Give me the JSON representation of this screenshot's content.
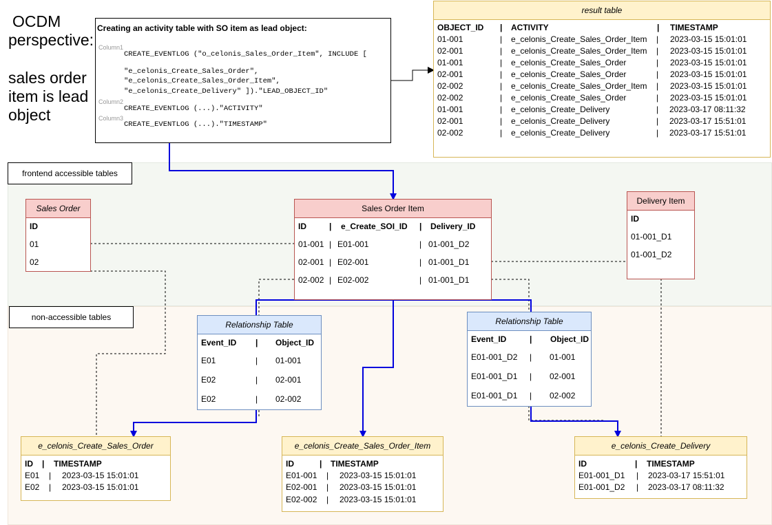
{
  "perspective": {
    "line1": "OCDM",
    "line2": "perspective:",
    "line3": "sales order",
    "line4": "item is lead",
    "line5": "object"
  },
  "code": {
    "title": "Creating an activity table with SO item as lead object:",
    "col1_label": "Column1",
    "col1_line1": "CREATE_EVENTLOG (\"o_celonis_Sales_Order_Item\", INCLUDE [",
    "col1_line2": "\"e_celonis_Create_Sales_Order\",",
    "col1_line3": "\"e_celonis_Create_Sales_Order_Item\",",
    "col1_line4": "\"e_celonis_Create_Delivery\" ]).\"LEAD_OBJECT_ID\"",
    "col2_label": "Column2",
    "col2_line": "CREATE_EVENTLOG (...).\"ACTIVITY\"",
    "col3_label": "Column3",
    "col3_line": "CREATE_EVENTLOG (...).\"TIMESTAMP\""
  },
  "result_table": {
    "title": "result table",
    "headers": [
      "OBJECT_ID",
      "|",
      "ACTIVITY",
      "|",
      "TIMESTAMP"
    ],
    "rows": [
      [
        "01-001",
        "|",
        "e_celonis_Create_Sales_Order_Item",
        "|",
        "2023-03-15 15:01:01"
      ],
      [
        "02-001",
        "|",
        "e_celonis_Create_Sales_Order_Item",
        "|",
        "2023-03-15 15:01:01"
      ],
      [
        "01-001",
        "|",
        "e_celonis_Create_Sales_Order",
        "|",
        "2023-03-15 15:01:01"
      ],
      [
        "02-001",
        "|",
        "e_celonis_Create_Sales_Order",
        "|",
        "2023-03-15 15:01:01"
      ],
      [
        "02-002",
        "|",
        "e_celonis_Create_Sales_Order_Item",
        "|",
        "2023-03-15 15:01:01"
      ],
      [
        "02-002",
        "|",
        "e_celonis_Create_Sales_Order",
        "|",
        "2023-03-15 15:01:01"
      ],
      [
        "01-001",
        "|",
        "e_celonis_Create_Delivery",
        "|",
        "2023-03-17 08:11:32"
      ],
      [
        "02-001",
        "|",
        "e_celonis_Create_Delivery",
        "|",
        "2023-03-17 15:51:01"
      ],
      [
        "02-002",
        "|",
        "e_celonis_Create_Delivery",
        "|",
        "2023-03-17 15:51:01"
      ]
    ]
  },
  "zones": {
    "frontend": "frontend accessible tables",
    "non_accessible": "non-accessible tables"
  },
  "sales_order": {
    "title": "Sales Order",
    "header": "ID",
    "rows": [
      "01",
      "02"
    ]
  },
  "sales_order_item": {
    "title": "Sales Order Item",
    "headers": [
      "ID",
      "|",
      "e_Create_SOI_ID",
      "|",
      "Delivery_ID"
    ],
    "rows": [
      [
        "01-001",
        "|",
        "E01-001",
        "|",
        "01-001_D2"
      ],
      [
        "02-001",
        "|",
        "E02-001",
        "|",
        "01-001_D1"
      ],
      [
        "02-002",
        "|",
        "E02-002",
        "|",
        "01-001_D1"
      ]
    ]
  },
  "delivery_item": {
    "title": "Delivery Item",
    "header": "ID",
    "rows": [
      "01-001_D1",
      "01-001_D2"
    ]
  },
  "rel_table_1": {
    "title": "Relationship Table",
    "headers": [
      "Event_ID",
      "|",
      "Object_ID"
    ],
    "rows": [
      [
        "E01",
        "|",
        "01-001"
      ],
      [
        "E02",
        "|",
        "02-001"
      ],
      [
        "E02",
        "|",
        "02-002"
      ]
    ]
  },
  "rel_table_2": {
    "title": "Relationship Table",
    "headers": [
      "Event_ID",
      "|",
      "Object_ID"
    ],
    "rows": [
      [
        "E01-001_D2",
        "|",
        "01-001"
      ],
      [
        "E01-001_D1",
        "|",
        "02-001"
      ],
      [
        "E01-001_D1",
        "|",
        "02-002"
      ]
    ]
  },
  "evt_sales_order": {
    "title": "e_celonis_Create_Sales_Order",
    "headers": [
      "ID",
      "|",
      "TIMESTAMP"
    ],
    "rows": [
      [
        "E01",
        "|",
        "2023-03-15 15:01:01"
      ],
      [
        "E02",
        "|",
        "2023-03-15 15:01:01"
      ]
    ]
  },
  "evt_sales_order_item": {
    "title": "e_celonis_Create_Sales_Order_Item",
    "headers": [
      "ID",
      "|",
      "TIMESTAMP"
    ],
    "rows": [
      [
        "E01-001",
        "|",
        "2023-03-15 15:01:01"
      ],
      [
        "E02-001",
        "|",
        "2023-03-15 15:01:01"
      ],
      [
        "E02-002",
        "|",
        "2023-03-15 15:01:01"
      ]
    ]
  },
  "evt_delivery": {
    "title": "e_celonis_Create_Delivery",
    "headers": [
      "ID",
      "|",
      "TIMESTAMP"
    ],
    "rows": [
      [
        "E01-001_D1",
        "|",
        "2023-03-17 15:51:01"
      ],
      [
        "E01-001_D2",
        "|",
        "2023-03-17 08:11:32"
      ]
    ]
  },
  "colors": {
    "flow_arrow": "#0000dd",
    "relation_line": "#000000"
  }
}
